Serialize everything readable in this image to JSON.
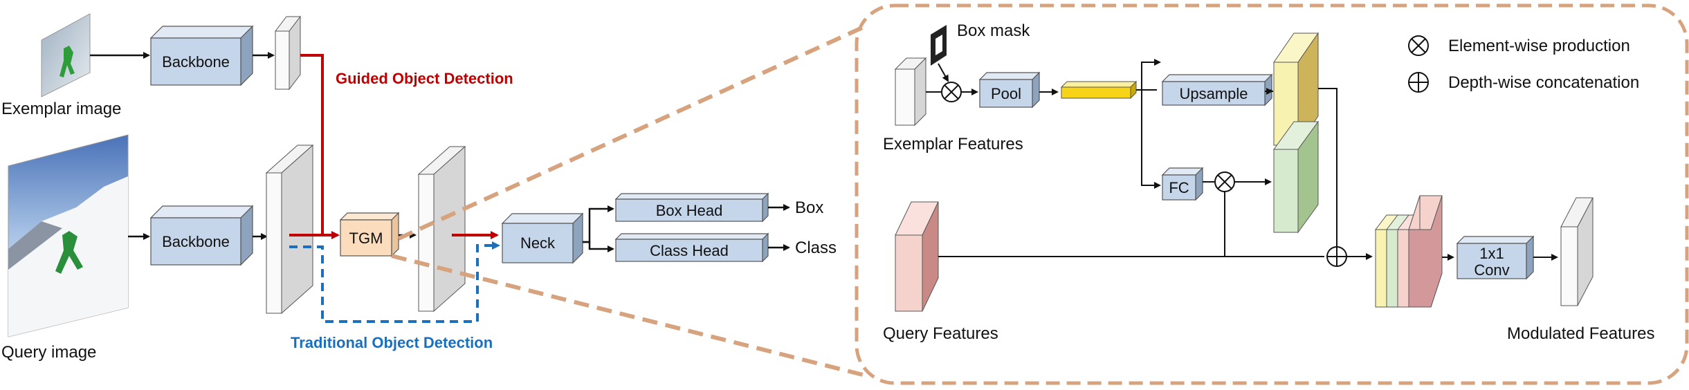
{
  "left": {
    "exemplar_label": "Exemplar image",
    "query_label": "Query image",
    "backbone_top": "Backbone",
    "backbone_bottom": "Backbone",
    "guided_label": "Guided Object Detection",
    "traditional_label": "Traditional Object Detection",
    "tgm": "TGM",
    "neck": "Neck",
    "box_head": "Box Head",
    "class_head": "Class Head",
    "box_out": "Box",
    "class_out": "Class"
  },
  "right": {
    "box_mask": "Box mask",
    "exemplar_features": "Exemplar Features",
    "pool": "Pool",
    "upsample": "Upsample",
    "fc": "FC",
    "conv_line1": "1x1",
    "conv_line2": "Conv",
    "query_features": "Query Features",
    "modulated_features": "Modulated Features",
    "legend_product": "Element-wise production",
    "legend_concat": "Depth-wise concatenation"
  },
  "colors": {
    "block_blue": "#c5d5ea",
    "tgm_orange": "#fbdcbc",
    "guided_red": "#c00000",
    "traditional_blue": "#1a6fbf",
    "dashed_border": "#d6a37e",
    "yellow_vec": "#f7d417"
  }
}
